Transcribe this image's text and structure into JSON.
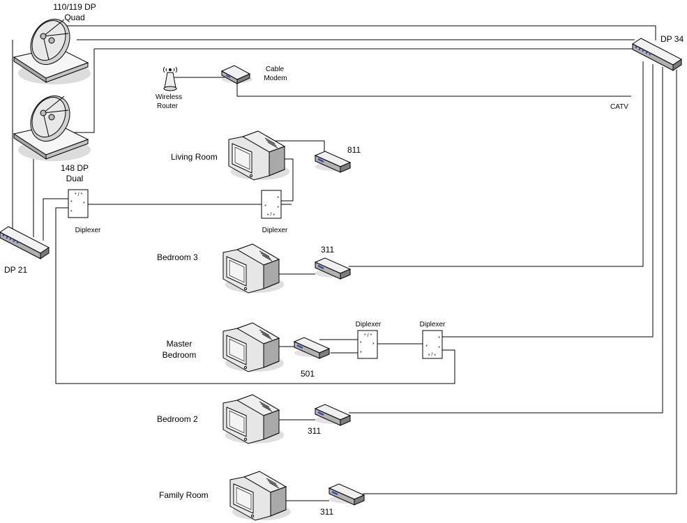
{
  "labels": {
    "dish_top_line1": "110/119 DP",
    "dish_top_line2": "Quad",
    "dish_mid_line1": "148 DP",
    "dish_mid_line2": "Dual",
    "dp34": "DP 34",
    "dp21": "DP 21",
    "router_line1": "Wireless",
    "router_line2": "Router",
    "modem_line1": "Cable",
    "modem_line2": "Modem",
    "catv": "CATV",
    "living_room": "Living Room",
    "bedroom3": "Bedroom 3",
    "master_line1": "Master",
    "master_line2": "Bedroom",
    "bedroom2": "Bedroom 2",
    "family_room": "Family Room",
    "rx_living": "811",
    "rx_bedroom3": "311",
    "rx_master": "501",
    "rx_bedroom2": "311",
    "rx_family": "311",
    "diplexer_left": "Diplexer",
    "diplexer_living": "Diplexer",
    "diplexer_master_a": "Diplexer",
    "diplexer_master_b": "Diplexer"
  },
  "colors": {
    "device_top": "#f2f2f2",
    "device_side": "#9a9a9a",
    "device_accent": "#3b4aa8",
    "shadow": "#d9d9d9"
  }
}
